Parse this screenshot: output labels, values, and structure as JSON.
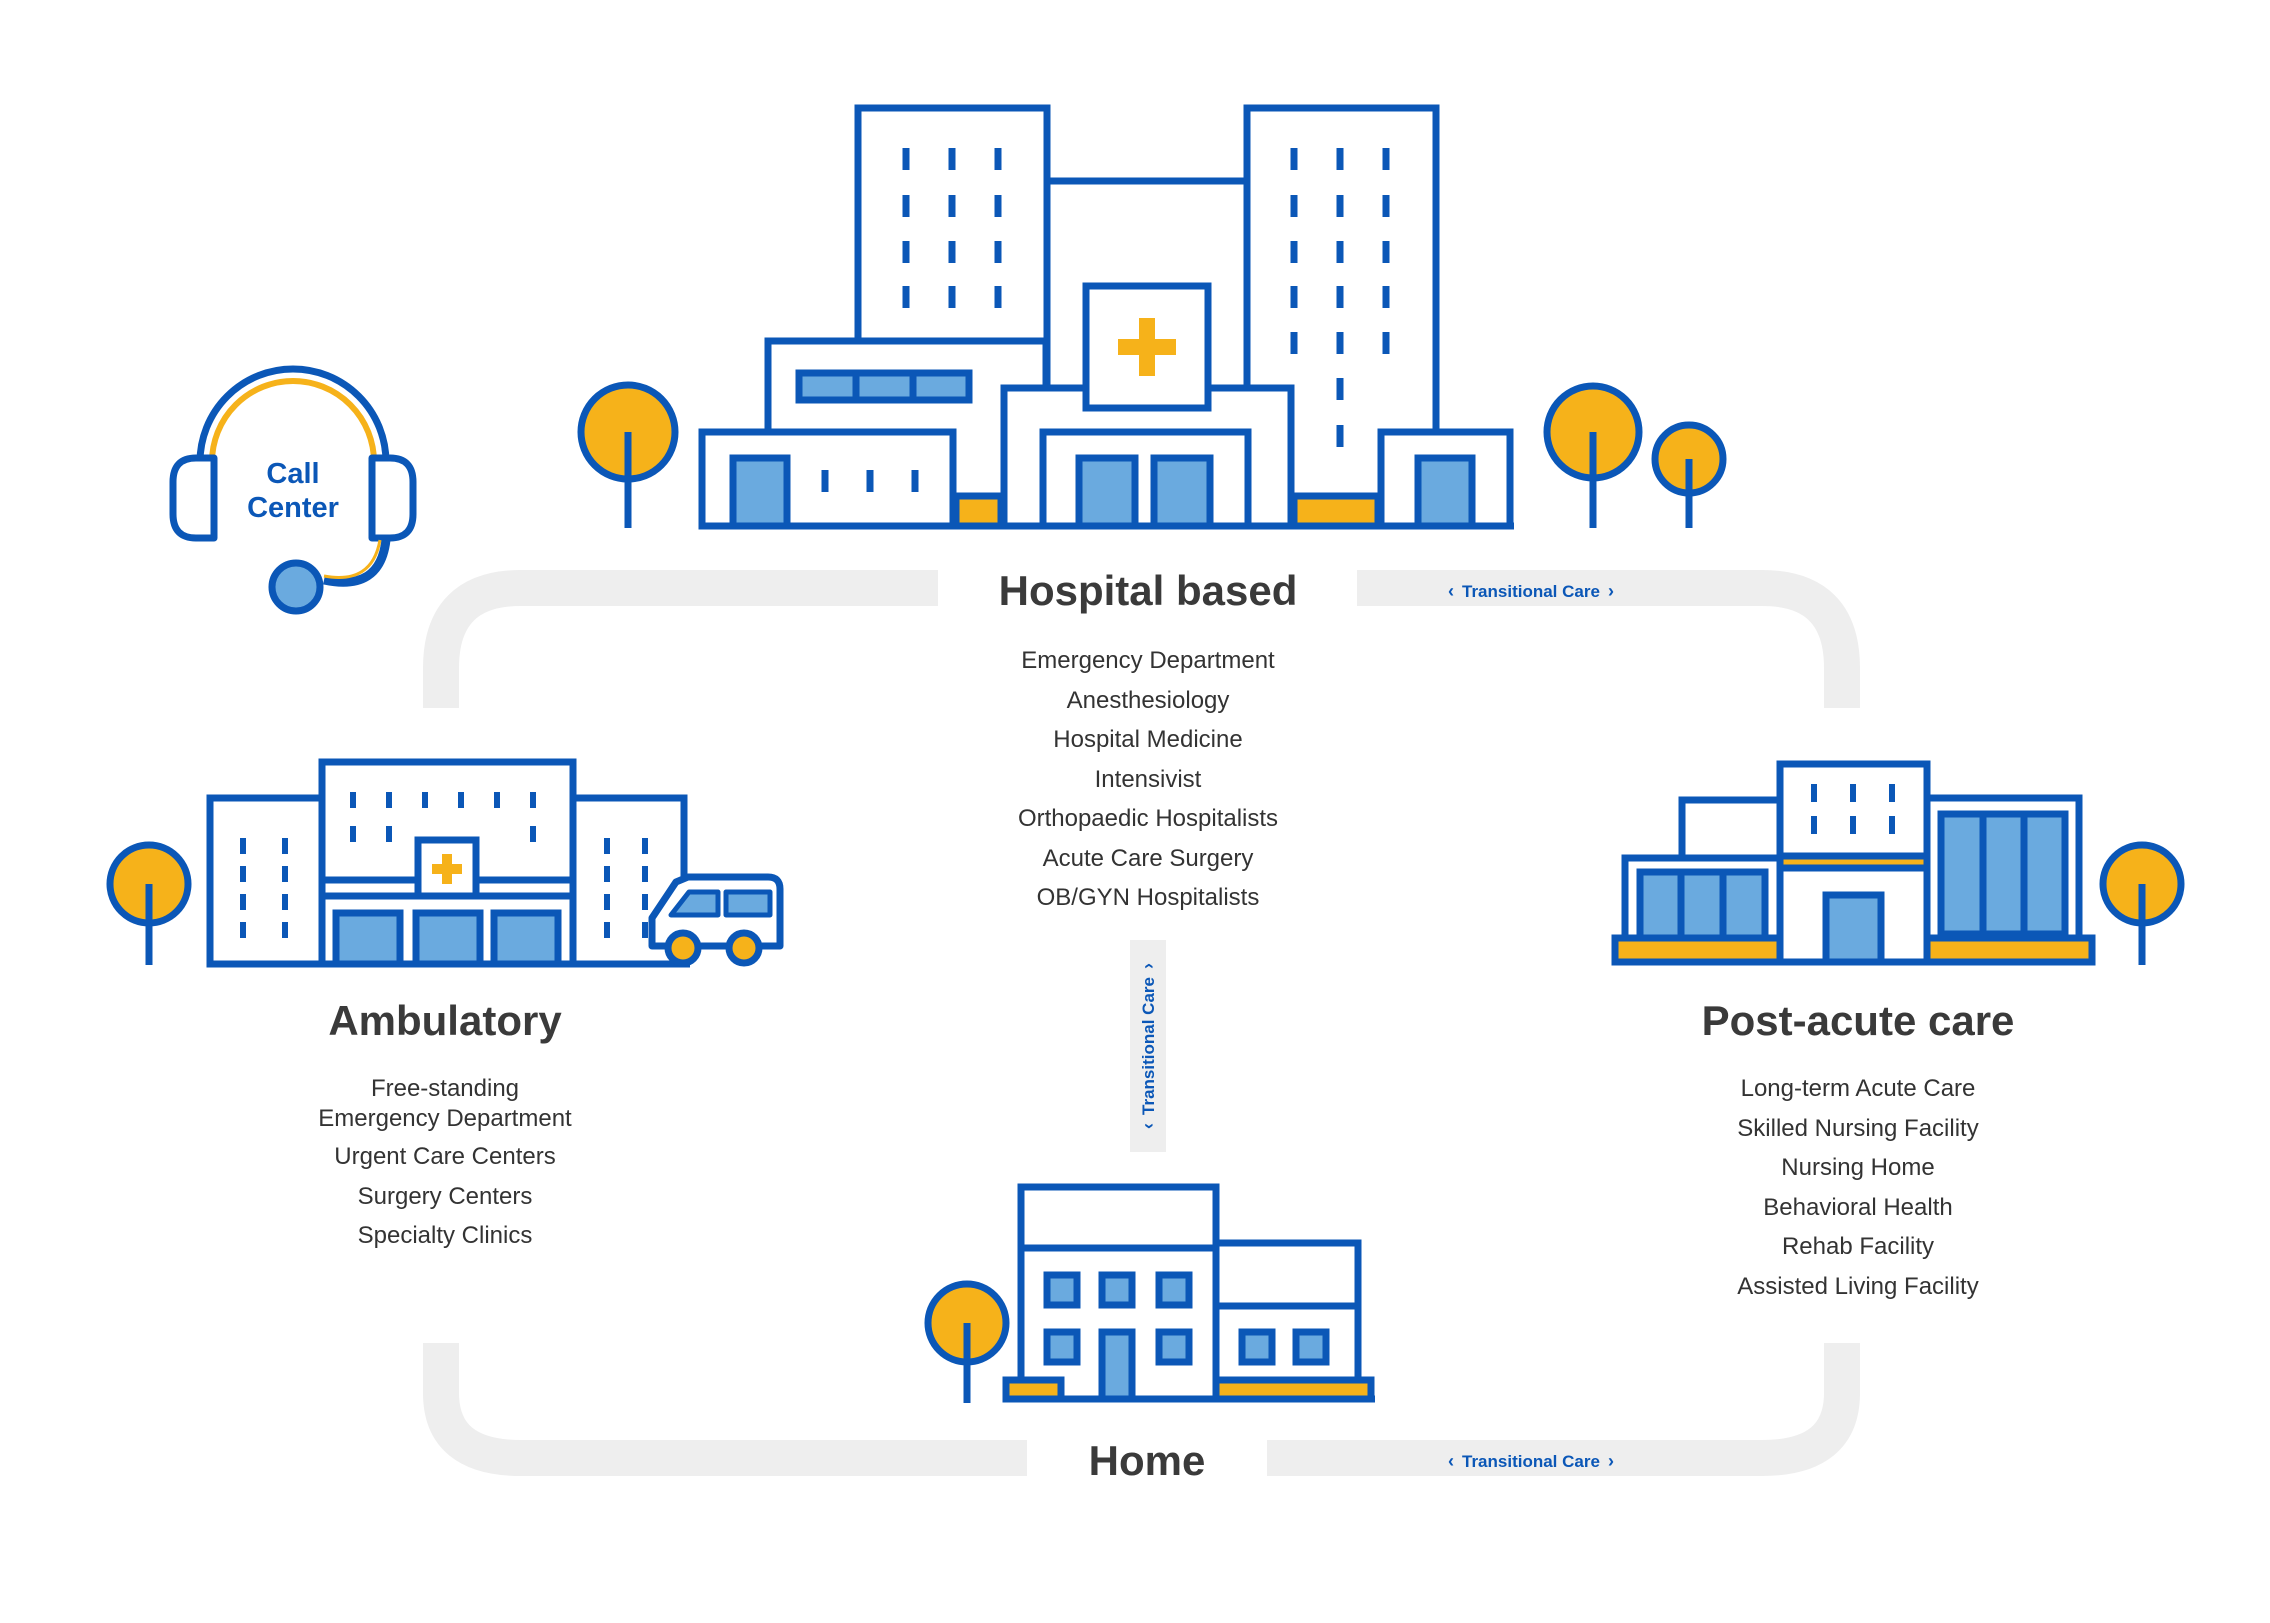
{
  "colors": {
    "blue": "#0b57b7",
    "light_blue": "#6aaadf",
    "yellow": "#f6b21a",
    "track_gray": "#eeeeee",
    "text": "#333333"
  },
  "call_center": {
    "label": "Call\nCenter"
  },
  "sections": {
    "hospital": {
      "title": "Hospital based",
      "items": [
        "Emergency Department",
        "Anesthesiology",
        "Hospital Medicine",
        "Intensivist",
        "Orthopaedic Hospitalists",
        "Acute Care Surgery",
        "OB/GYN Hospitalists"
      ]
    },
    "ambulatory": {
      "title": "Ambulatory",
      "items": [
        "Free-standing\nEmergency Department",
        "Urgent Care Centers",
        "Surgery Centers",
        "Specialty Clinics"
      ]
    },
    "post_acute": {
      "title": "Post-acute care",
      "items": [
        "Long-term Acute Care",
        "Skilled Nursing Facility",
        "Nursing Home",
        "Behavioral Health",
        "Rehab Facility",
        "Assisted Living Facility"
      ]
    },
    "home": {
      "title": "Home"
    }
  },
  "transitional_care": {
    "label": "Transitional Care",
    "chevron_left": "‹",
    "chevron_right": "›"
  },
  "icons": [
    "hospital-building-icon",
    "clinic-building-icon",
    "ambulance-van-icon",
    "post-acute-facility-icon",
    "house-icon",
    "headset-icon",
    "tree-icon"
  ]
}
